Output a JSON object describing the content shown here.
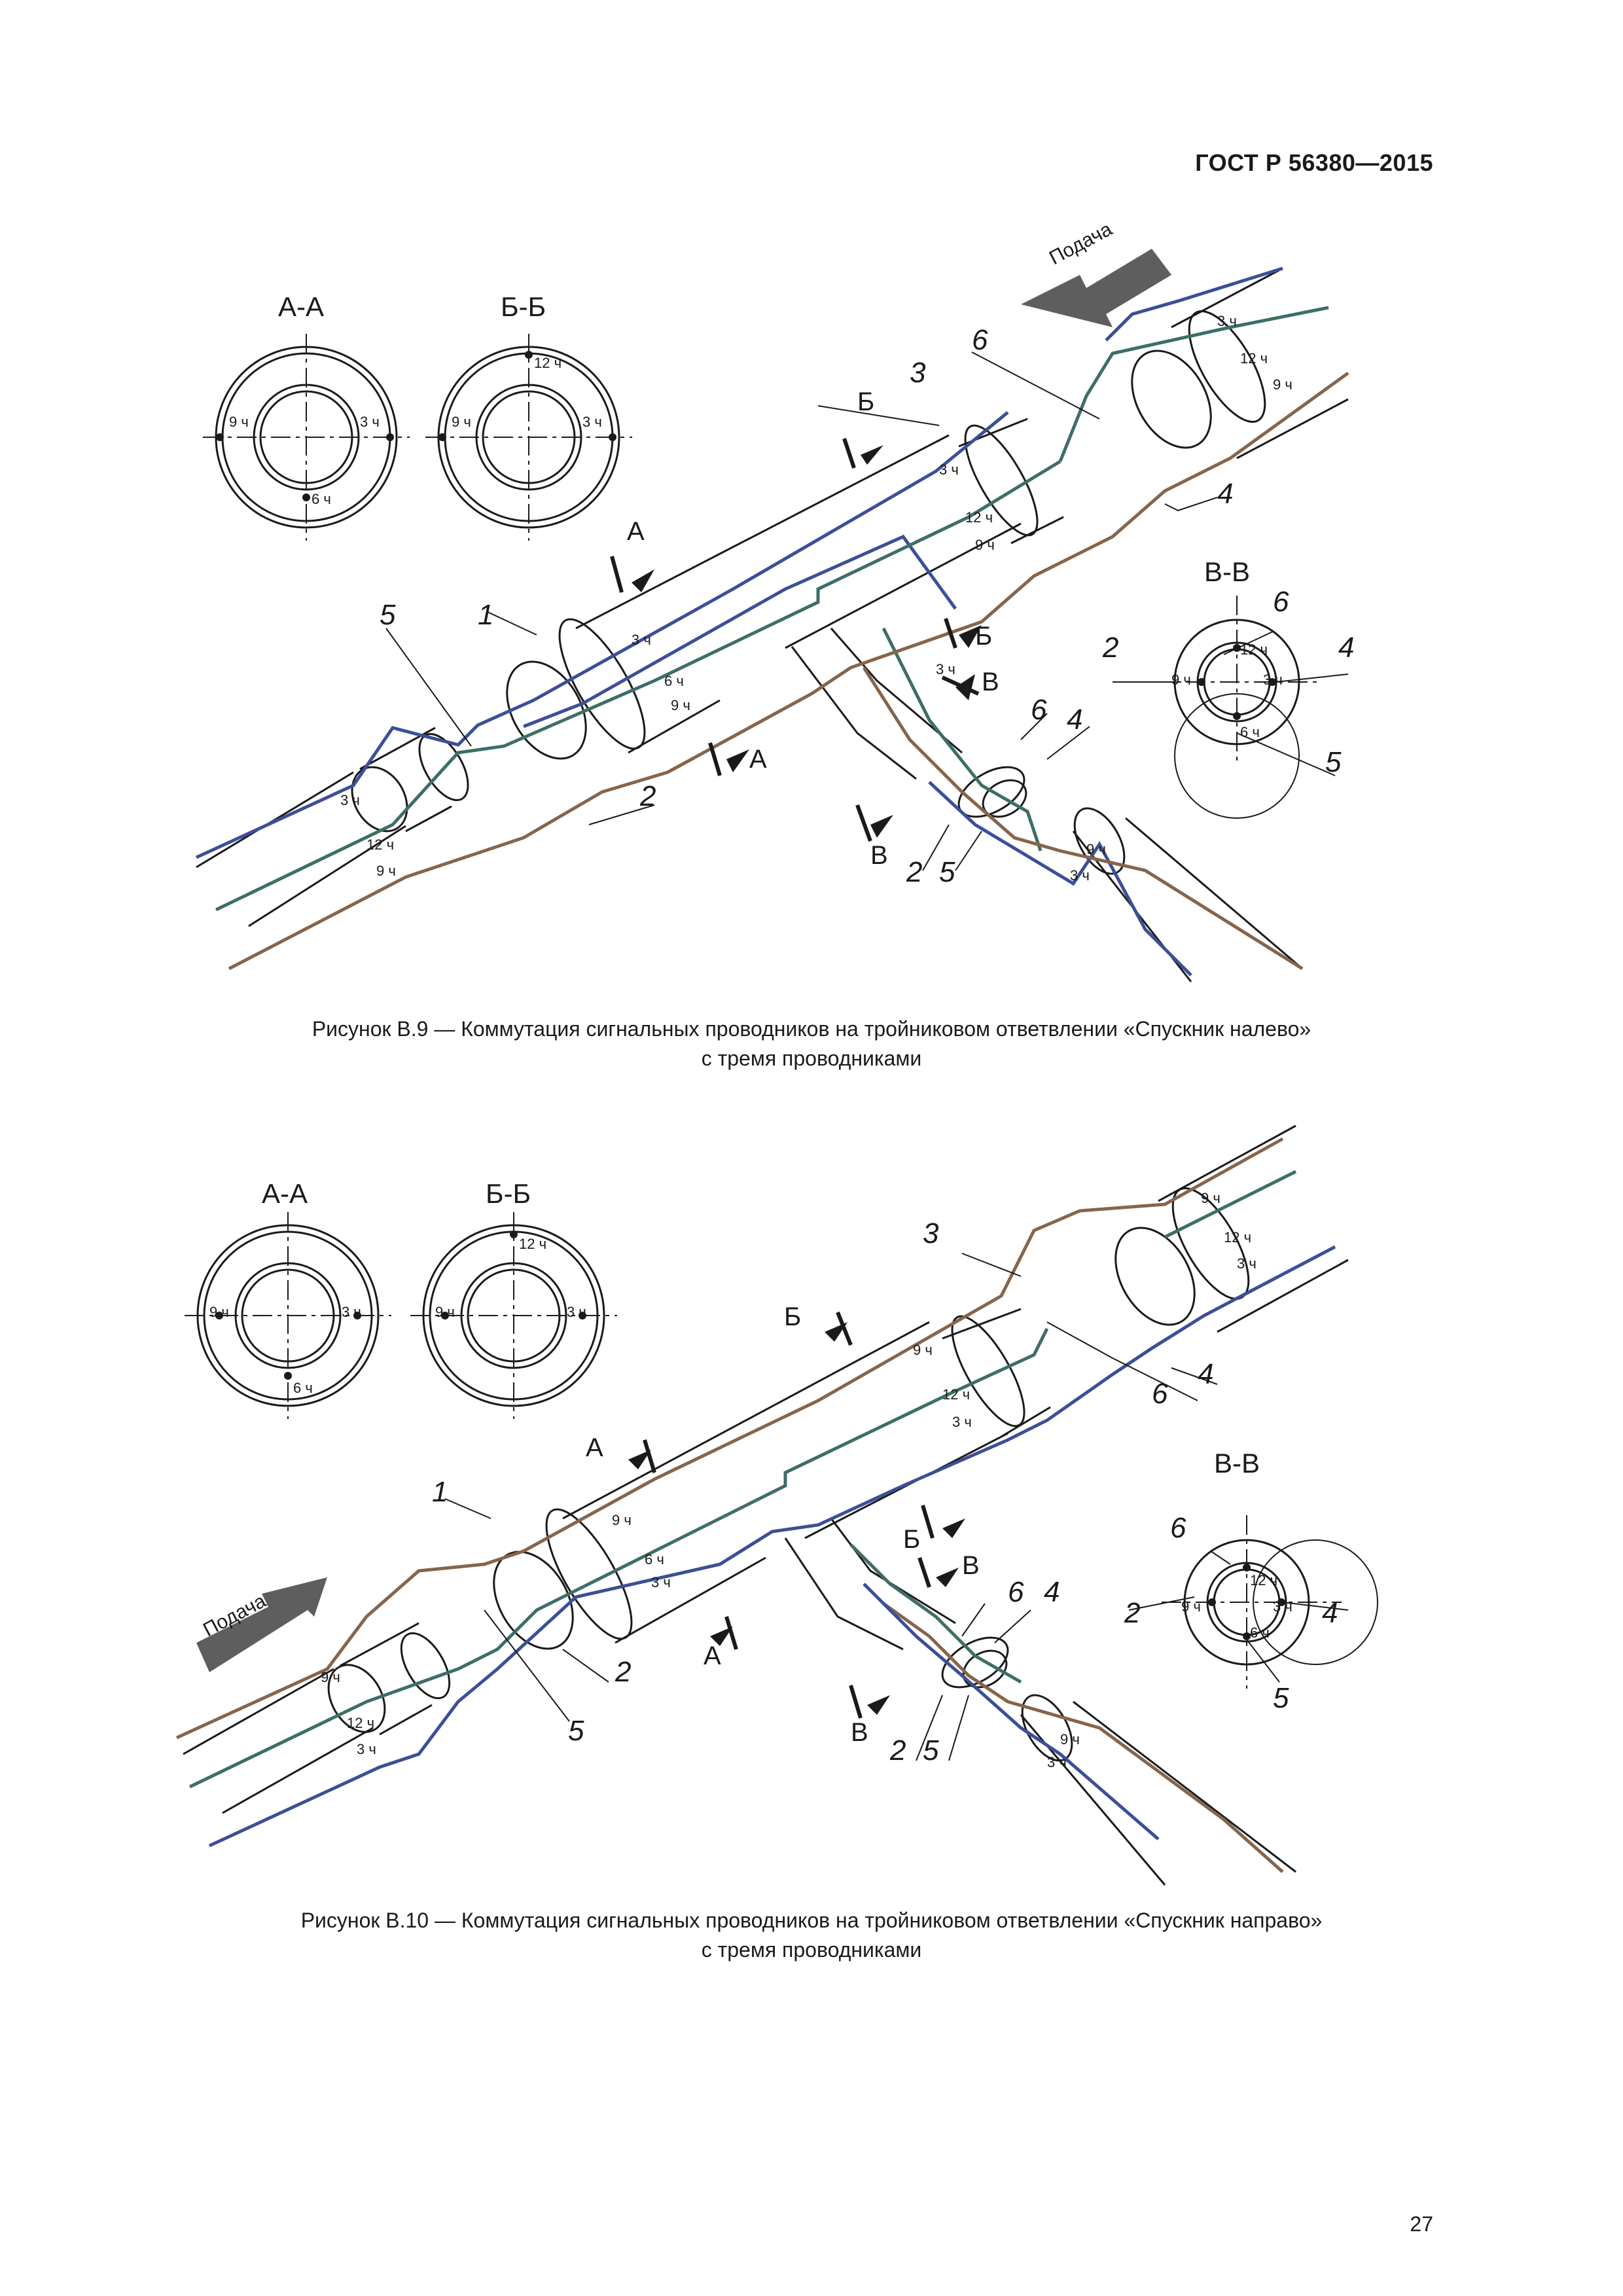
{
  "header": {
    "standard": "ГОСТ Р 56380—2015"
  },
  "common": {
    "clock": {
      "h3": "3 ч",
      "h6": "6 ч",
      "h9": "9 ч",
      "h12": "12 ч"
    },
    "labels": {
      "n1": "1",
      "n2": "2",
      "n3": "3",
      "n4": "4",
      "n5": "5",
      "n6": "6",
      "A": "А",
      "B": "Б",
      "V": "В"
    }
  },
  "colors": {
    "blue": "#3c4f96",
    "green": "#3d6e68",
    "brown": "#86654b",
    "arrow": "#5e5e5e",
    "line": "#1a1a1a"
  },
  "figure1": {
    "section_aa": "А-А",
    "section_bb": "Б-Б",
    "section_vv": "В-В",
    "flow": "Подача",
    "caption_line1": "Рисунок В.9 — Коммутация сигнальных проводников на тройниковом ответвлении «Спускник налево»",
    "caption_line2": "с тремя проводниками"
  },
  "figure2": {
    "section_aa": "А-А",
    "section_bb": "Б-Б",
    "section_vv": "В-В",
    "flow": "Подача",
    "caption_line1": "Рисунок В.10 — Коммутация сигнальных проводников на тройниковом ответвлении «Спускник направо»",
    "caption_line2": "с тремя проводниками"
  },
  "footer": {
    "page_number": "27"
  }
}
